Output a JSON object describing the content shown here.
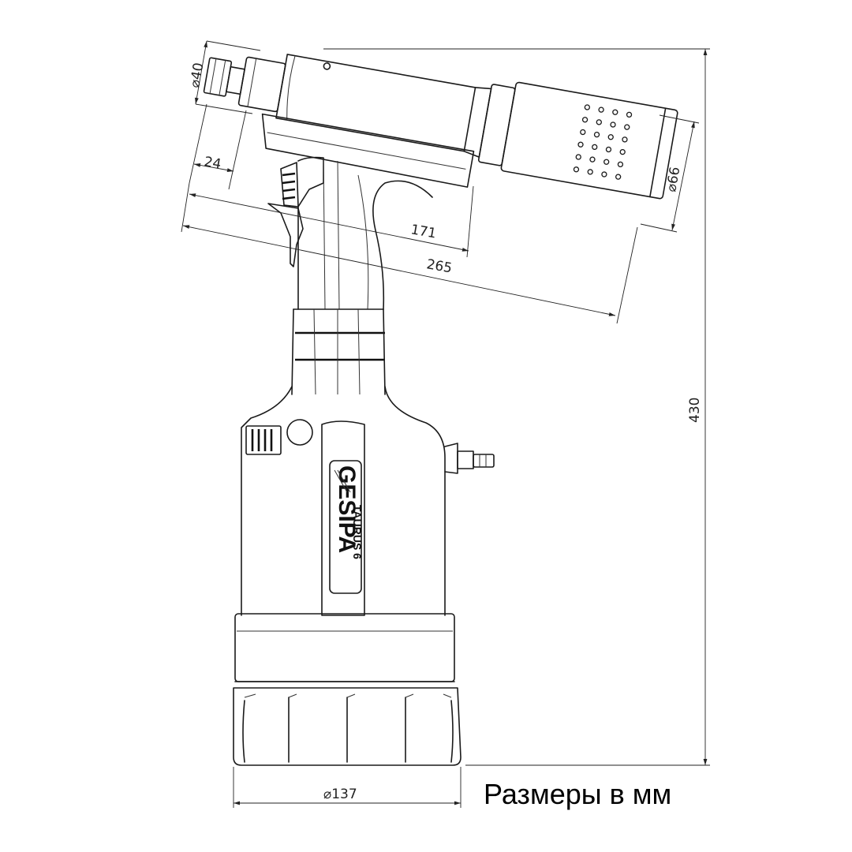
{
  "dimensions": {
    "nose_diameter": "⌀40",
    "nose_length": "24",
    "body_length": "171",
    "overall_length": "265",
    "cylinder_diameter": "⌀66",
    "total_height": "430",
    "base_diameter": "⌀137"
  },
  "logo": {
    "brand": "GESIPA",
    "model": "TAURUS 6"
  },
  "caption": "Размеры в мм",
  "colors": {
    "line": "#1a1a1a",
    "background": "#ffffff"
  }
}
